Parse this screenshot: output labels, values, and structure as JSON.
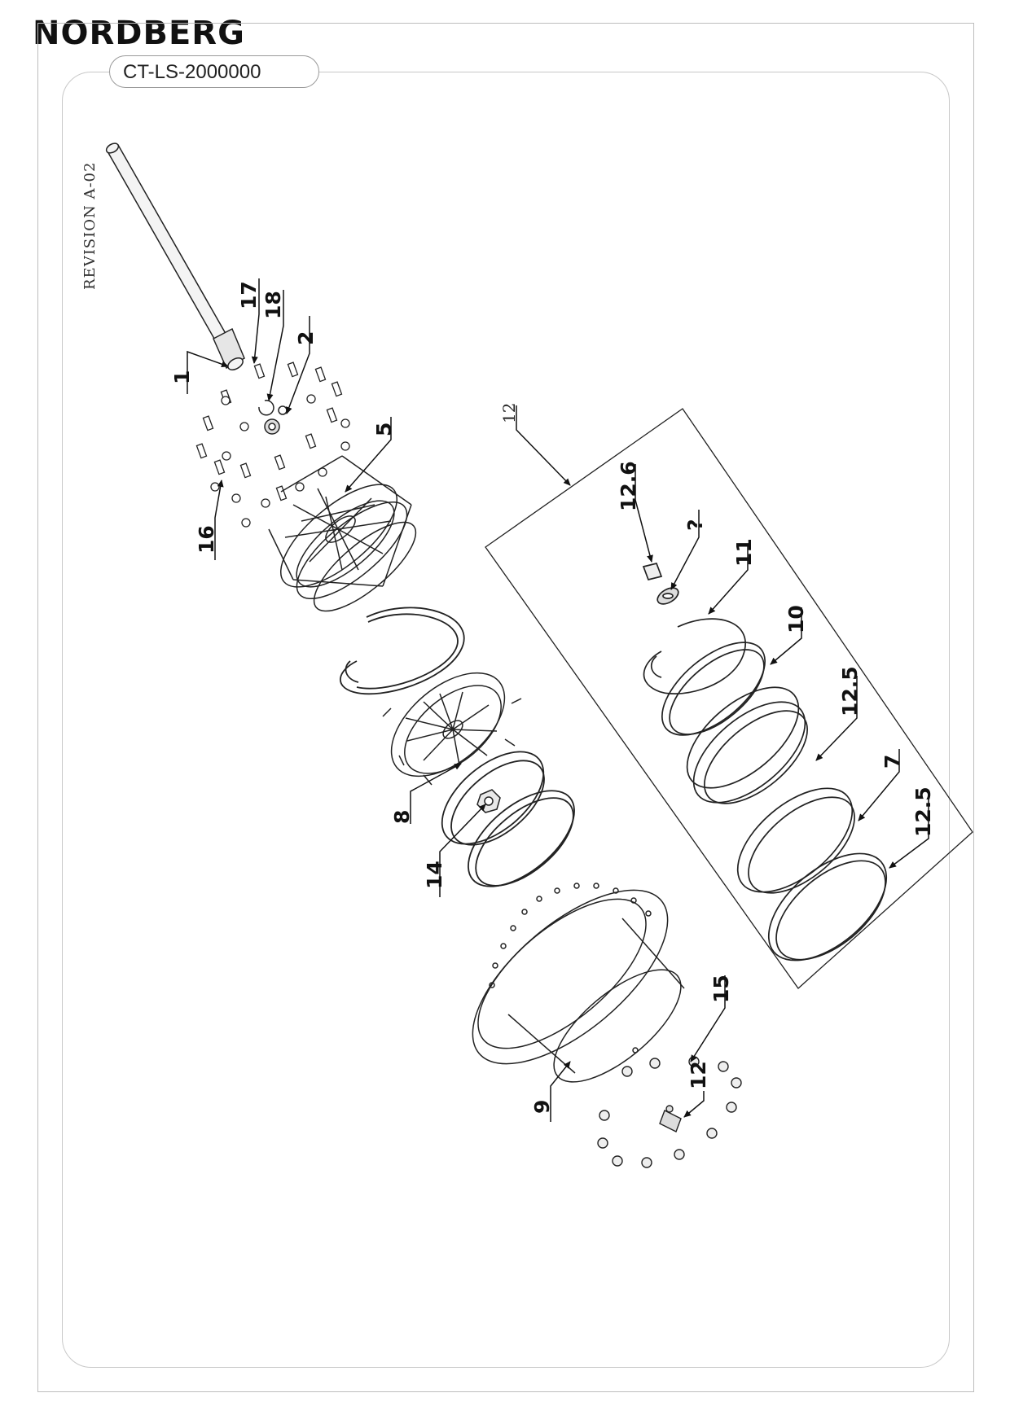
{
  "header": {
    "brand": "NORDBERG",
    "model_code": "CT-LS-2000000",
    "revision": "REVISION A-02"
  },
  "callouts": {
    "c1": "1",
    "c17": "17",
    "c18": "18",
    "c2": "2",
    "c5": "5",
    "c16": "16",
    "c12": "12",
    "c12_6": "12.6",
    "c_q": "?",
    "c11": "11",
    "c10": "10",
    "c12_5a": "12.5",
    "c7": "7",
    "c12_5b": "12.5",
    "c8": "8",
    "c14": "14",
    "c15": "15",
    "c9": "9",
    "c12b": "12"
  }
}
